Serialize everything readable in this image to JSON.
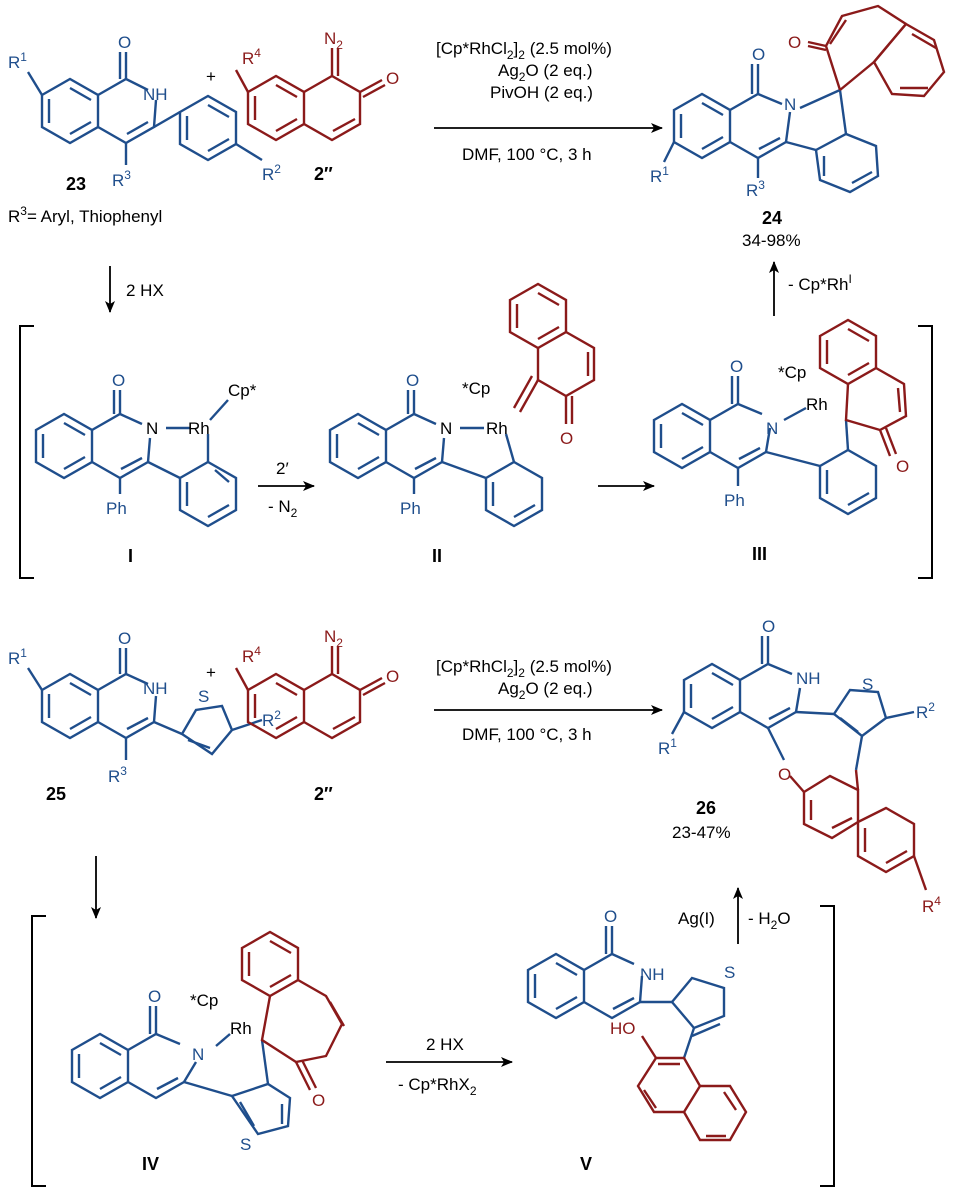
{
  "colors": {
    "blue": "#1f4e8c",
    "red": "#8b1a1a",
    "black": "#000000"
  },
  "top": {
    "reactant1": "23",
    "reactant2": "2′′",
    "product": "24",
    "yield": "34-98%",
    "r3_note": "R3= Aryl, Thiophenyl",
    "conditions": [
      "[Cp*RhCl2]2 (2.5 mol%)",
      "Ag2O (2 eq.)",
      "PivOH (2 eq.)",
      "DMF, 100 °C, 3 h"
    ],
    "step_down": "2 HX",
    "step_up": "- Cp*RhI",
    "int1": "I",
    "int2": "II",
    "int3": "III",
    "arrow_I_top": "2′",
    "arrow_I_bottom": "- N2"
  },
  "bottom": {
    "reactant1": "25",
    "reactant2": "2′′",
    "product": "26",
    "yield": "23-47%",
    "conditions": [
      "[Cp*RhCl2]2 (2.5 mol%)",
      "Ag2O (2 eq.)",
      "DMF, 100 °C, 3 h"
    ],
    "int4": "IV",
    "int5": "V",
    "arrow_IV_top": "2 HX",
    "arrow_IV_bottom": "- Cp*RhX2",
    "arrow_V_left": "Ag(I)",
    "arrow_V_right": "- H2O"
  }
}
